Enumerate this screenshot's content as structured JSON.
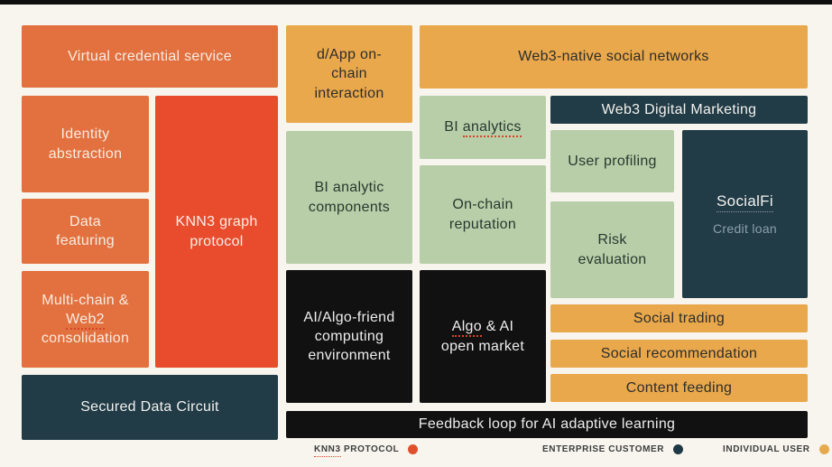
{
  "palette": {
    "background": "#f7f5ee",
    "knn3_protocol_red": "#e84c2c",
    "orange": "#e2713f",
    "individual_user_amber": "#e9a84b",
    "green": "#b8cea8",
    "enterprise_customer_navy": "#213b47",
    "black": "#111111"
  },
  "boxes": {
    "virtual_credential_service": "Virtual credential service",
    "identity_abstraction": "Identity abstraction",
    "data_featuring": "Data featuring",
    "multichain_web2_consolidation": {
      "line1": "Multi-chain &",
      "line2_underlined": "Web2",
      "line3": "consolidation"
    },
    "knn3_graph_protocol": "KNN3 graph protocol",
    "secured_data_circuit": "Secured Data Circuit",
    "dapp_onchain_interaction": "d/App on-chain interaction",
    "bi_analytic_components": "BI analytic components",
    "ai_algo_friend_env": "AI/Algo-friend computing environment",
    "bi_analytics": {
      "prefix": "BI",
      "underlined": "analytics"
    },
    "onchain_reputation": "On-chain reputation",
    "algo_ai_open_market": {
      "line1_underlined": "Algo",
      "line1_rest": "& AI",
      "line2": "open market"
    },
    "web3_native_social_networks": "Web3-native social networks",
    "web3_digital_marketing": "Web3 Digital Marketing",
    "user_profiling": "User profiling",
    "risk_evaluation": "Risk evaluation",
    "socialfi": {
      "title": "SocialFi",
      "subtitle": "Credit loan"
    },
    "social_trading": "Social trading",
    "social_recommendation": "Social recommendation",
    "content_feeding": "Content feeding",
    "feedback_loop": "Feedback loop for AI adaptive learning"
  },
  "legend": {
    "knn3_protocol": {
      "underlined": "KNN3",
      "rest": "PROTOCOL",
      "color": "#e0502e"
    },
    "enterprise_customer": {
      "label": "ENTERPRISE CUSTOMER",
      "color": "#1f3845"
    },
    "individual_user": {
      "label": "INDIVIDUAL USER",
      "color": "#e6a94c"
    }
  }
}
